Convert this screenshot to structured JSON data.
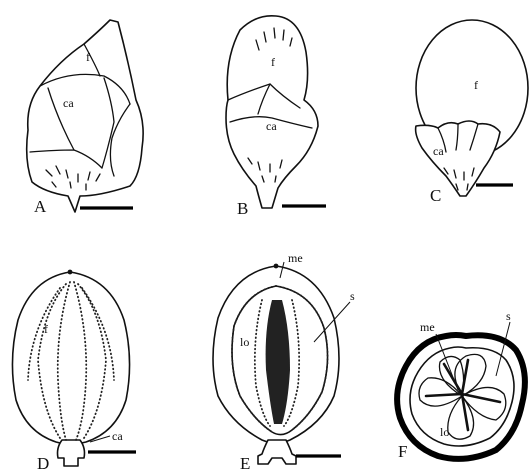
{
  "panels": [
    {
      "letter": "A",
      "labels": {
        "fruit": "f",
        "calyx": "ca"
      }
    },
    {
      "letter": "B",
      "labels": {
        "fruit": "f",
        "calyx": "ca"
      }
    },
    {
      "letter": "C",
      "labels": {
        "fruit": "f",
        "calyx": "ca"
      }
    },
    {
      "letter": "D",
      "labels": {
        "fruit": "f",
        "calyx": "ca"
      }
    },
    {
      "letter": "E",
      "labels": {
        "mesocarp": "me",
        "seed": "s",
        "locule": "lo"
      }
    },
    {
      "letter": "F",
      "labels": {
        "mesocarp": "me",
        "seed": "s",
        "locule": "lo"
      }
    }
  ]
}
